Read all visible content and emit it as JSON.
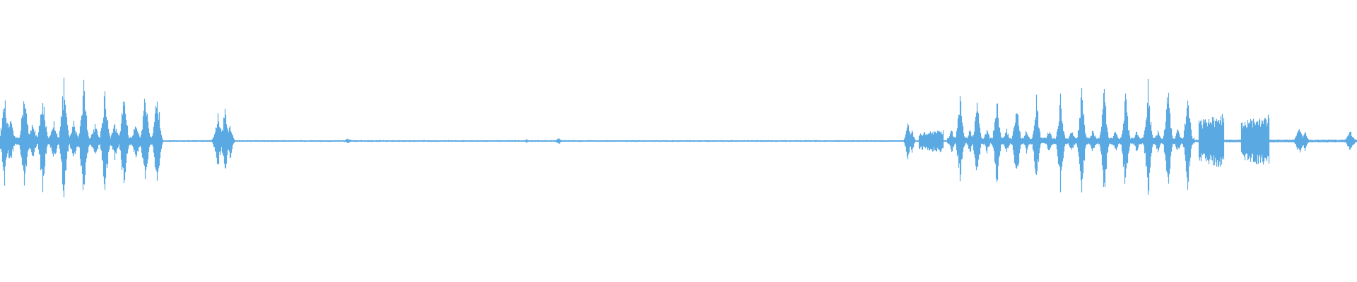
{
  "waveform": {
    "color": "#5aa9e2",
    "segments": [
      {
        "start": 0.0,
        "end": 0.124,
        "level": "loud",
        "bursts": 9
      },
      {
        "start": 0.124,
        "end": 0.155,
        "level": "quiet",
        "bursts": 0
      },
      {
        "start": 0.155,
        "end": 0.172,
        "level": "medium",
        "bursts": 2
      },
      {
        "start": 0.172,
        "end": 0.663,
        "level": "silence",
        "bursts": 0
      },
      {
        "start": 0.663,
        "end": 0.695,
        "level": "medium",
        "bursts": 2
      },
      {
        "start": 0.695,
        "end": 0.88,
        "level": "loud",
        "bursts": 12
      },
      {
        "start": 0.88,
        "end": 0.94,
        "level": "medium",
        "bursts": 2
      },
      {
        "start": 0.94,
        "end": 1.0,
        "level": "soft",
        "bursts": 3
      }
    ]
  }
}
